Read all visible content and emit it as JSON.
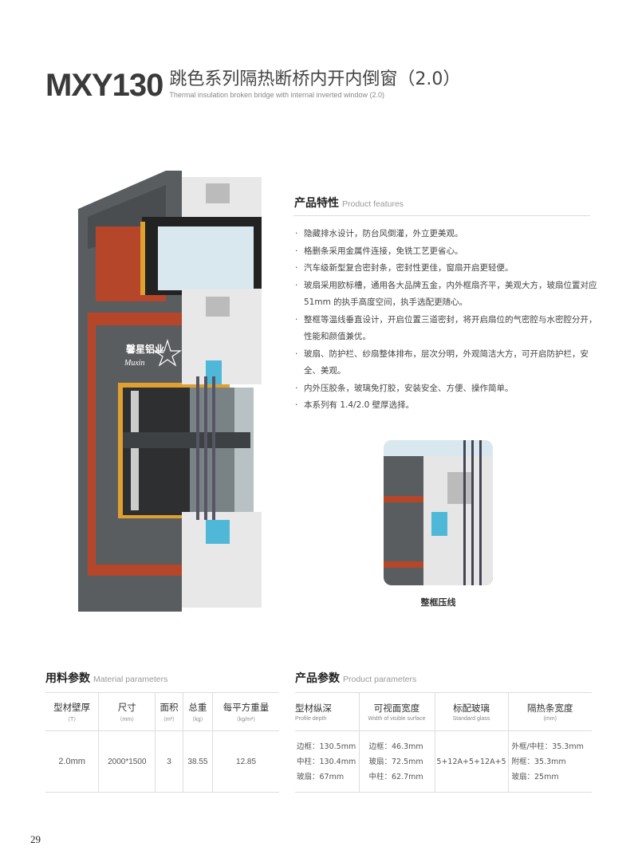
{
  "header": {
    "model": "MXY130",
    "title_cn": "跳色系列隔热断桥内开内倒窗（2.0）",
    "title_en": "Thermal insulation broken bridge with internal inverted window (2.0)"
  },
  "logo": {
    "cn": "馨星铝业",
    "en": "Muxin"
  },
  "features": {
    "title_cn": "产品特性",
    "title_en": "Product features",
    "items": [
      "隐藏排水设计，防台风倒灌，外立更美观。",
      "格删条采用金属件连接，免铣工艺更省心。",
      "汽车级新型复合密封条，密封性更佳，窗扇开启更轻便。",
      "玻扇采用欧标槽，通用各大品牌五金，内外框扇齐平，美观大方，玻扇位置对应 51mm 的执手高度空间，执手选配更随心。",
      "整框等温线垂直设计，开启位置三道密封，将开启扇位的气密腔与水密腔分开，性能和颜值兼优。",
      "玻扇、防护栏、纱扇整体排布，层次分明，外观简洁大方，可开启防护栏，安全、美观。",
      "内外压胶条，玻璃免打胶，安装安全、方便、操作简单。",
      "本系列有 1.4/2.0 壁厚选择。"
    ]
  },
  "inset": {
    "caption": "整框压线"
  },
  "material": {
    "title_cn": "用料参数",
    "title_en": "Material parameters",
    "headers": [
      {
        "cn": "型材壁厚",
        "sub": "（T）"
      },
      {
        "cn": "尺寸",
        "sub": "（mm）"
      },
      {
        "cn": "面积",
        "sub": "（m²）"
      },
      {
        "cn": "总重",
        "sub": "（kg）"
      },
      {
        "cn": "每平方重量",
        "sub": "（kg/m²）"
      }
    ],
    "values": [
      "2.0mm",
      "2000*1500",
      "3",
      "38.55",
      "12.85"
    ]
  },
  "product": {
    "title_cn": "产品参数",
    "title_en": "Product parameters",
    "headers": [
      {
        "cn": "型材纵深",
        "sub": "Profile depth"
      },
      {
        "cn": "可视面宽度",
        "sub": "Width of visible surface"
      },
      {
        "cn": "标配玻璃",
        "sub": "Standard glass"
      },
      {
        "cn": "隔热条宽度",
        "sub": "(mm)"
      }
    ],
    "cols": [
      [
        "边框：130.5mm",
        "中柱：130.4mm",
        "玻扇：67mm"
      ],
      [
        "边框：46.3mm",
        "玻扇：72.5mm",
        "中柱：62.7mm"
      ],
      [
        "5+12A+5+12A+5"
      ],
      [
        "外框/中柱：35.3mm",
        "附框：35.3mm",
        "玻扇：25mm"
      ]
    ]
  },
  "page_number": "29",
  "colors": {
    "frame_gray": "#5a5d60",
    "accent_red": "#b5462a",
    "gold": "#e0a030"
  }
}
